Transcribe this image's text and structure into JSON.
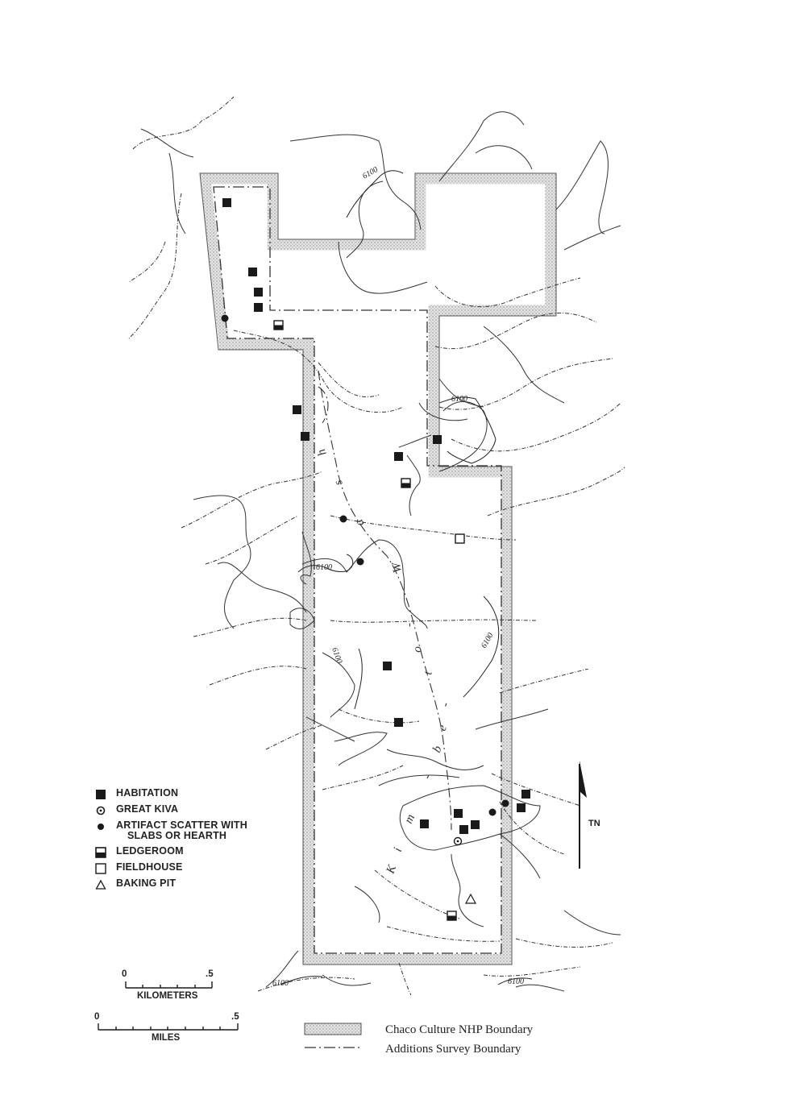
{
  "legend": {
    "habitation": "HABITATION",
    "great_kiva": "GREAT KIVA",
    "artifact_scatter_line1": "ARTIFACT SCATTER WITH",
    "artifact_scatter_line2": "SLABS OR HEARTH",
    "ledgeroom": "LEDGEROOM",
    "fieldhouse": "FIELDHOUSE",
    "baking_pit": "BAKING PIT"
  },
  "scale_km": {
    "zero": "0",
    "max": ".5",
    "unit": "KILOMETERS"
  },
  "scale_mi": {
    "zero": "0",
    "max": ".5",
    "unit": "MILES"
  },
  "boundary_legend": {
    "park": "Chaco Culture NHP Boundary",
    "survey": "Additions Survey Boundary"
  },
  "north_arrow": "TN",
  "contour_label": "6100",
  "wash_letters": [
    "K",
    "i",
    "m",
    "-",
    "b",
    "e",
    "-",
    "t",
    "o",
    "-",
    "W",
    "a",
    "s",
    "h"
  ],
  "colors": {
    "ink": "#1a1a1a",
    "stipple": "#bdbdbd",
    "paper": "#ffffff"
  }
}
